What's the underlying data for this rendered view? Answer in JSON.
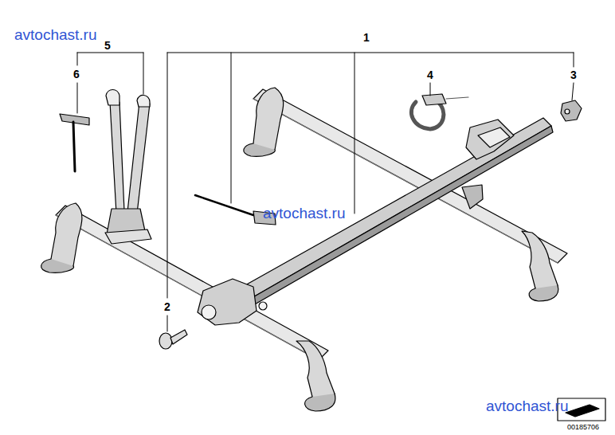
{
  "diagram": {
    "labels": [
      "avtochast.ru",
      "5",
      "1",
      "6",
      "4",
      "3",
      "avtochast.ru",
      "2",
      "avtochast.ru",
      "00185706"
    ]
  }
}
